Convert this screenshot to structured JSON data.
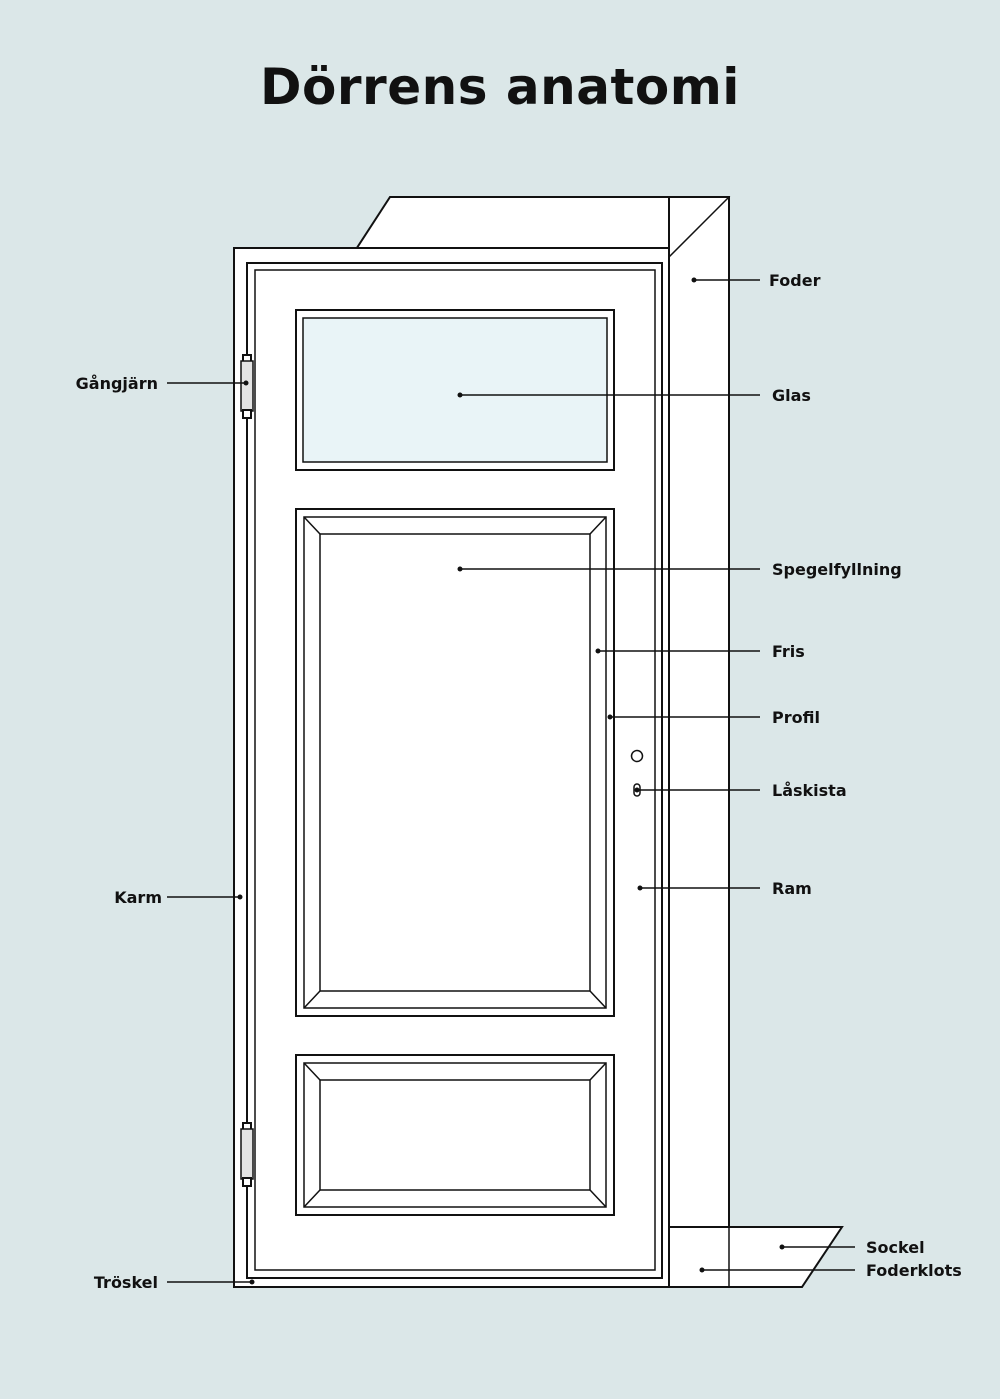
{
  "title": "Dörrens anatomi",
  "colors": {
    "background": "#dbe7e8",
    "glass": "#e9f4f7",
    "line": "#111111",
    "door": "#ffffff"
  },
  "labels": {
    "foder": "Foder",
    "gangjarn": "Gångjärn",
    "glas": "Glas",
    "spegelfyllning": "Spegelfyllning",
    "fris": "Fris",
    "profil": "Profil",
    "laskista": "Låskista",
    "karm": "Karm",
    "ram": "Ram",
    "sockel": "Sockel",
    "foderklots": "Foderklots",
    "troskel": "Tröskel"
  }
}
